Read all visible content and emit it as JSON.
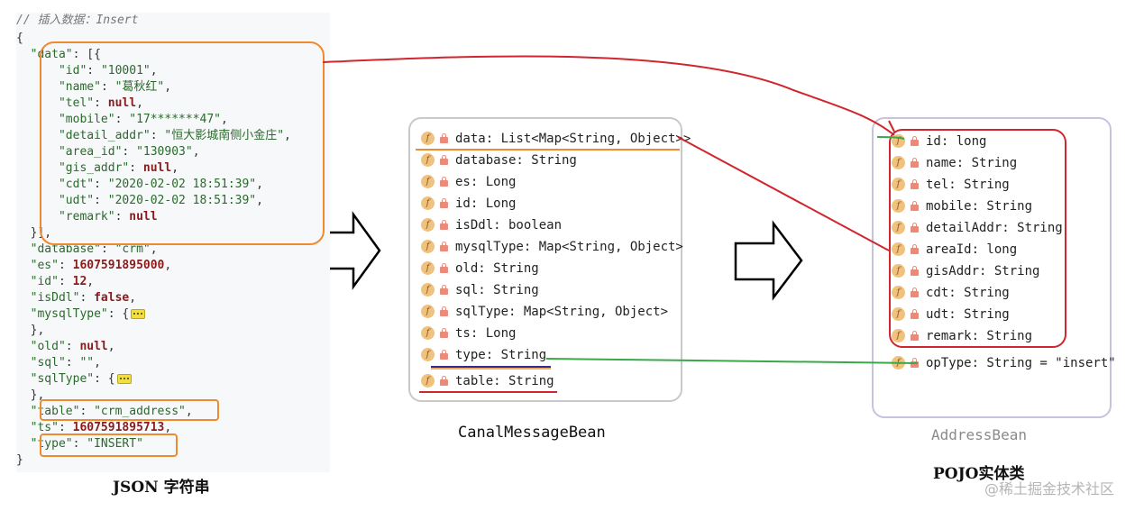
{
  "json": {
    "comment": "// 插入数据：Insert",
    "caption": "JSON 字符串",
    "lines": [
      [
        [
          "p",
          "{"
        ]
      ],
      [
        [
          "p",
          "  "
        ],
        [
          "k",
          "\"data\""
        ],
        [
          "p",
          ": [{"
        ]
      ],
      [
        [
          "p",
          "      "
        ],
        [
          "k",
          "\"id\""
        ],
        [
          "p",
          ": "
        ],
        [
          "s",
          "\"10001\""
        ],
        [
          "p",
          ","
        ]
      ],
      [
        [
          "p",
          "      "
        ],
        [
          "k",
          "\"name\""
        ],
        [
          "p",
          ": "
        ],
        [
          "s",
          "\"葛秋红\""
        ],
        [
          "p",
          ","
        ]
      ],
      [
        [
          "p",
          "      "
        ],
        [
          "k",
          "\"tel\""
        ],
        [
          "p",
          ": "
        ],
        [
          "n",
          "null"
        ],
        [
          "p",
          ","
        ]
      ],
      [
        [
          "p",
          "      "
        ],
        [
          "k",
          "\"mobile\""
        ],
        [
          "p",
          ": "
        ],
        [
          "s",
          "\"17*******47\""
        ],
        [
          "p",
          ","
        ]
      ],
      [
        [
          "p",
          "      "
        ],
        [
          "k",
          "\"detail_addr\""
        ],
        [
          "p",
          ": "
        ],
        [
          "s",
          "\"恒大影城南侧小金庄\""
        ],
        [
          "p",
          ","
        ]
      ],
      [
        [
          "p",
          "      "
        ],
        [
          "k",
          "\"area_id\""
        ],
        [
          "p",
          ": "
        ],
        [
          "s",
          "\"130903\""
        ],
        [
          "p",
          ","
        ]
      ],
      [
        [
          "p",
          "      "
        ],
        [
          "k",
          "\"gis_addr\""
        ],
        [
          "p",
          ": "
        ],
        [
          "n",
          "null"
        ],
        [
          "p",
          ","
        ]
      ],
      [
        [
          "p",
          "      "
        ],
        [
          "k",
          "\"cdt\""
        ],
        [
          "p",
          ": "
        ],
        [
          "s",
          "\"2020-02-02 18:51:39\""
        ],
        [
          "p",
          ","
        ]
      ],
      [
        [
          "p",
          "      "
        ],
        [
          "k",
          "\"udt\""
        ],
        [
          "p",
          ": "
        ],
        [
          "s",
          "\"2020-02-02 18:51:39\""
        ],
        [
          "p",
          ","
        ]
      ],
      [
        [
          "p",
          "      "
        ],
        [
          "k",
          "\"remark\""
        ],
        [
          "p",
          ": "
        ],
        [
          "n",
          "null"
        ]
      ],
      [
        [
          "p",
          "  }],"
        ]
      ],
      [
        [
          "p",
          "  "
        ],
        [
          "k",
          "\"database\""
        ],
        [
          "p",
          ": "
        ],
        [
          "s",
          "\"crm\""
        ],
        [
          "p",
          ","
        ]
      ],
      [
        [
          "p",
          "  "
        ],
        [
          "k",
          "\"es\""
        ],
        [
          "p",
          ": "
        ],
        [
          "n",
          "1607591895000"
        ],
        [
          "p",
          ","
        ]
      ],
      [
        [
          "p",
          "  "
        ],
        [
          "k",
          "\"id\""
        ],
        [
          "p",
          ": "
        ],
        [
          "n",
          "12"
        ],
        [
          "p",
          ","
        ]
      ],
      [
        [
          "p",
          "  "
        ],
        [
          "k",
          "\"isDdl\""
        ],
        [
          "p",
          ": "
        ],
        [
          "n",
          "false"
        ],
        [
          "p",
          ","
        ]
      ],
      [
        [
          "p",
          "  "
        ],
        [
          "k",
          "\"mysqlType\""
        ],
        [
          "p",
          ": {"
        ],
        [
          "fold",
          ""
        ]
      ],
      [
        [
          "p",
          "  },"
        ]
      ],
      [
        [
          "p",
          "  "
        ],
        [
          "k",
          "\"old\""
        ],
        [
          "p",
          ": "
        ],
        [
          "n",
          "null"
        ],
        [
          "p",
          ","
        ]
      ],
      [
        [
          "p",
          "  "
        ],
        [
          "k",
          "\"sql\""
        ],
        [
          "p",
          ": "
        ],
        [
          "s",
          "\"\""
        ],
        [
          "p",
          ","
        ]
      ],
      [
        [
          "p",
          "  "
        ],
        [
          "k",
          "\"sqlType\""
        ],
        [
          "p",
          ": {"
        ],
        [
          "fold",
          ""
        ]
      ],
      [
        [
          "p",
          "  },"
        ]
      ],
      [
        [
          "p",
          "  "
        ],
        [
          "k",
          "\"table\""
        ],
        [
          "p",
          ": "
        ],
        [
          "s",
          "\"crm_address\""
        ],
        [
          "p",
          ","
        ]
      ],
      [
        [
          "p",
          "  "
        ],
        [
          "k",
          "\"ts\""
        ],
        [
          "p",
          ": "
        ],
        [
          "n",
          "1607591895713"
        ],
        [
          "p",
          ","
        ]
      ],
      [
        [
          "p",
          "  "
        ],
        [
          "k",
          "\"type\""
        ],
        [
          "p",
          ": "
        ],
        [
          "s",
          "\"INSERT\""
        ]
      ],
      [
        [
          "p",
          "}"
        ]
      ]
    ]
  },
  "canal_bean": {
    "caption": "CanalMessageBean",
    "icon_letter": "f",
    "fields": [
      "data: List<Map<String, Object>>",
      "database: String",
      "es: Long",
      "id: Long",
      "isDdl: boolean",
      "mysqlType: Map<String, Object>",
      "old: String",
      "sql: String",
      "sqlType: Map<String, Object>",
      "ts: Long",
      "type: String",
      "table: String"
    ]
  },
  "address_bean": {
    "title": "AddressBean",
    "caption": "POJO实体类",
    "icon_letter": "f",
    "fields": [
      "id: long",
      "name: String",
      "tel: String",
      "mobile: String",
      "detailAddr: String",
      "areaId: long",
      "gisAddr: String",
      "cdt: String",
      "udt: String",
      "remark: String",
      "opType: String = \"insert\""
    ]
  },
  "watermark": "@稀土掘金技术社区",
  "colors": {
    "orange": "#f08a2e",
    "red": "#d0262e",
    "green": "#3aa84a",
    "navy": "#2b2f8a",
    "icon_bg": "#f1c27d",
    "lock": "#e98a7a"
  }
}
